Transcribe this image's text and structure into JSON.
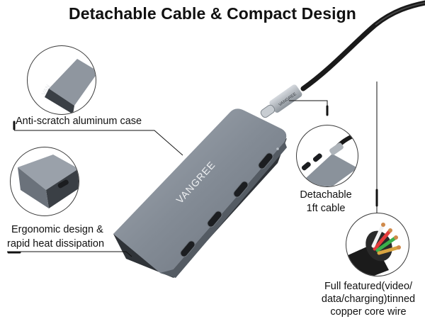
{
  "title": "Detachable Cable & Compact Design",
  "brand": "VANGREE",
  "labels": {
    "case": "Anti-scratch aluminum case",
    "ergonomic_line1": "Ergonomic design &",
    "ergonomic_line2": "rapid heat dissipation",
    "detachable_line1": "Detachable",
    "detachable_line2": "1ft cable",
    "wire_line1": "Full featured(video/",
    "wire_line2": "data/charging)tinned",
    "wire_line3": "copper core wire"
  },
  "colors": {
    "hub_top": "#8a929c",
    "hub_side": "#2f3338",
    "cable": "#1a1a1a",
    "plug": "#aeb4ba"
  }
}
